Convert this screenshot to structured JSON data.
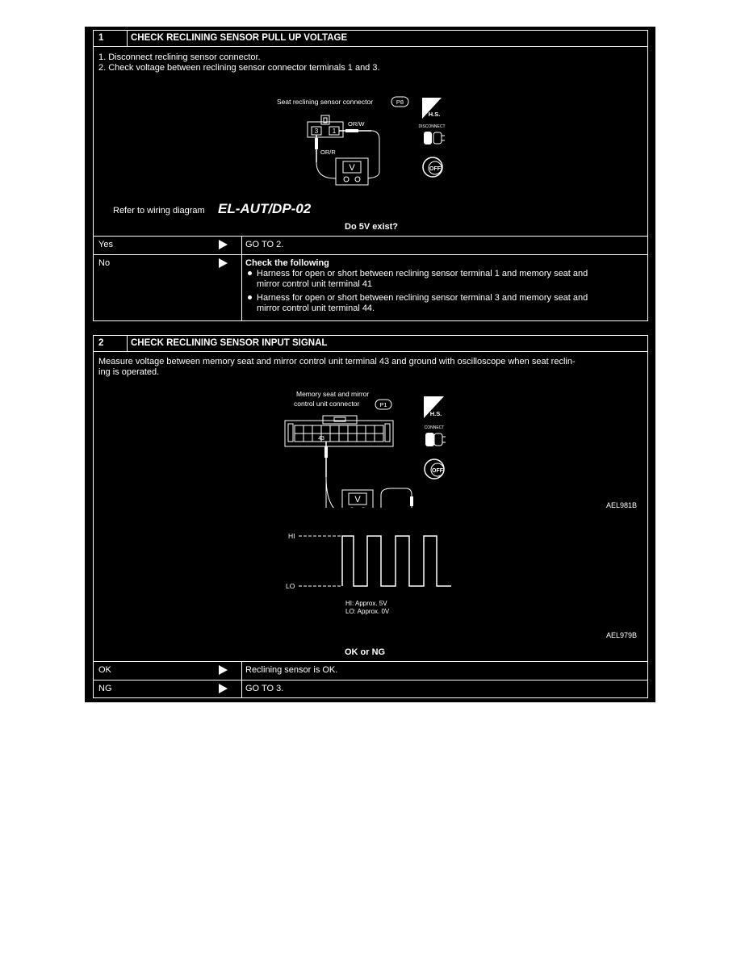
{
  "section1": {
    "number": "1",
    "title": "CHECK RECLINING SENSOR PULL UP VOLTAGE",
    "steps": [
      "1. Disconnect reclining sensor connector.",
      "2. Check voltage between reclining sensor connector terminals 1 and 3."
    ],
    "diagram": {
      "connector_label": "Seat reclining sensor connector",
      "connector_code": "P8",
      "terminal_a": "3",
      "terminal_b": "1",
      "wire_a": "OR/R",
      "wire_b": "OR/W",
      "meter": "V",
      "hs_label": "H.S.",
      "disconnect_label": "DISCONNECT",
      "off_label": "OFF"
    },
    "refer_label": "Refer to wiring diagram",
    "refer_code": "EL-AUT/DP-02",
    "question": "Do 5V exist?",
    "results": [
      {
        "label": "Yes",
        "action": "GO TO 2."
      },
      {
        "label": "No",
        "action_title": "Check the following",
        "bullets": [
          {
            "line1": "Harness for open or short between reclining sensor terminal 1 and memory seat and",
            "line2": "mirror control unit terminal 41"
          },
          {
            "line1": "Harness for open or short between reclining sensor terminal 3 and memory seat and",
            "line2": "mirror control unit terminal 44."
          }
        ]
      }
    ]
  },
  "section2": {
    "number": "2",
    "title": "CHECK RECLINING SENSOR INPUT SIGNAL",
    "instruction_line1": "Measure voltage between memory seat and mirror control unit terminal 43 and ground with oscilloscope when seat reclin-",
    "instruction_line2": "ing is operated.",
    "diagram": {
      "connector_label_line1": "Memory seat and mirror",
      "connector_label_line2": "control unit connector",
      "connector_code": "P1",
      "terminal": "43",
      "meter": "V",
      "hs_label": "H.S.",
      "connect_label": "CONNECT",
      "off_label": "OFF",
      "figure_id": "AEL981B"
    },
    "waveform": {
      "hi_label": "HI",
      "lo_label": "LO",
      "legend_hi": "HI: Approx. 5V",
      "legend_lo": "LO: Approx. 0V",
      "figure_id": "AEL979B"
    },
    "question": "OK or NG",
    "results": [
      {
        "label": "OK",
        "action": "Reclining sensor is OK."
      },
      {
        "label": "NG",
        "action": "GO TO 3."
      }
    ]
  }
}
